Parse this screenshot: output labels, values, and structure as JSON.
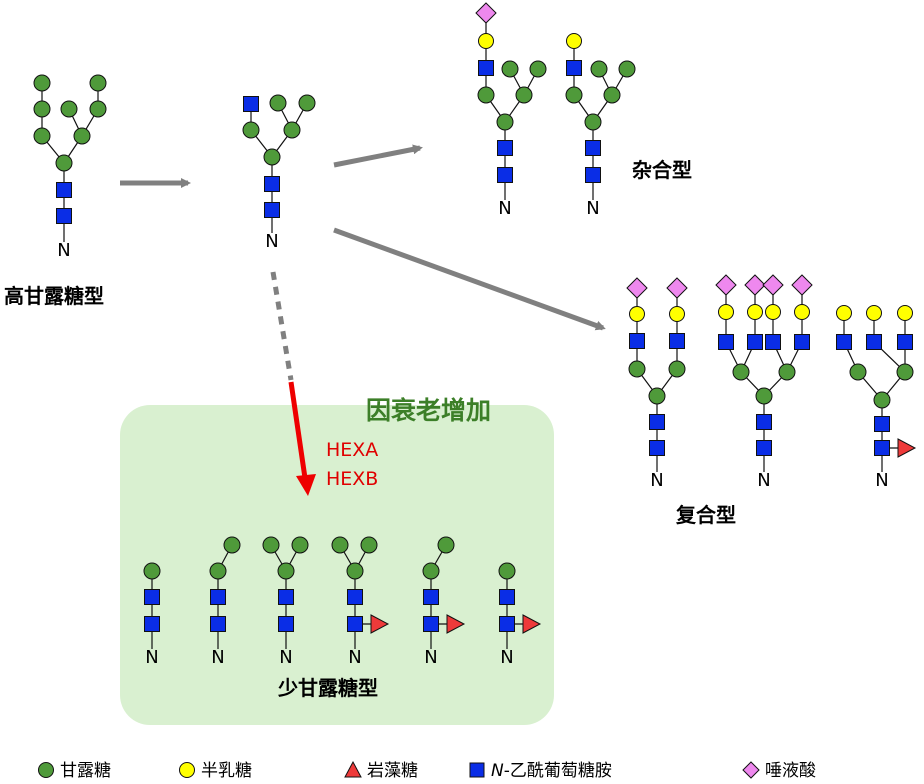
{
  "labels": {
    "high_mannose": "高甘露糖型",
    "hybrid": "杂合型",
    "complex": "复合型",
    "paucimannose": "少甘露糖型",
    "aging": "因衰老增加",
    "enzyme_a": "HEXA",
    "enzyme_b": "HEXB",
    "n_terminal": "N"
  },
  "legend": [
    {
      "symbol": "circle",
      "name": "甘露糖",
      "color": "#4f9a3a"
    },
    {
      "symbol": "circle",
      "name": "半乳糖",
      "color": "#ffff00"
    },
    {
      "symbol": "triangle",
      "name": "岩藻糖",
      "color": "#ee3a3a"
    },
    {
      "symbol": "square",
      "prefix": "N",
      "name": "-乙酰葡萄糖胺",
      "color": "#0a2de6"
    },
    {
      "symbol": "diamond",
      "name": "唾液酸",
      "color": "#ee88ee"
    }
  ],
  "colors": {
    "mannose": "#4f9a3a",
    "galactose": "#ffff00",
    "fucose": "#ee3a3a",
    "glcnac": "#0a2de6",
    "sialic_acid": "#ee88ee",
    "arrow_gray": "#808080",
    "arrow_red": "#ee0000",
    "panel_fill": "#d9f0d0",
    "aging_text": "#3c7f28"
  }
}
